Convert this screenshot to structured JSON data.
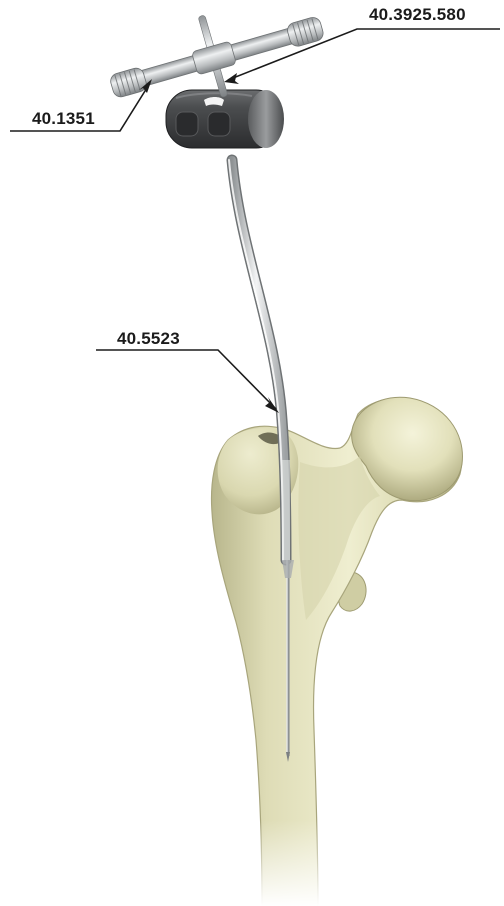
{
  "callouts": {
    "handle_extension": "40.3925.580",
    "t_handle": "40.1351",
    "guide_wire": "40.5523"
  },
  "colors": {
    "bone": "#e6e5c0",
    "instrument_metal": "#c9cccd",
    "block_dark": "#3e4042",
    "leader_line": "#1b1b1b"
  }
}
